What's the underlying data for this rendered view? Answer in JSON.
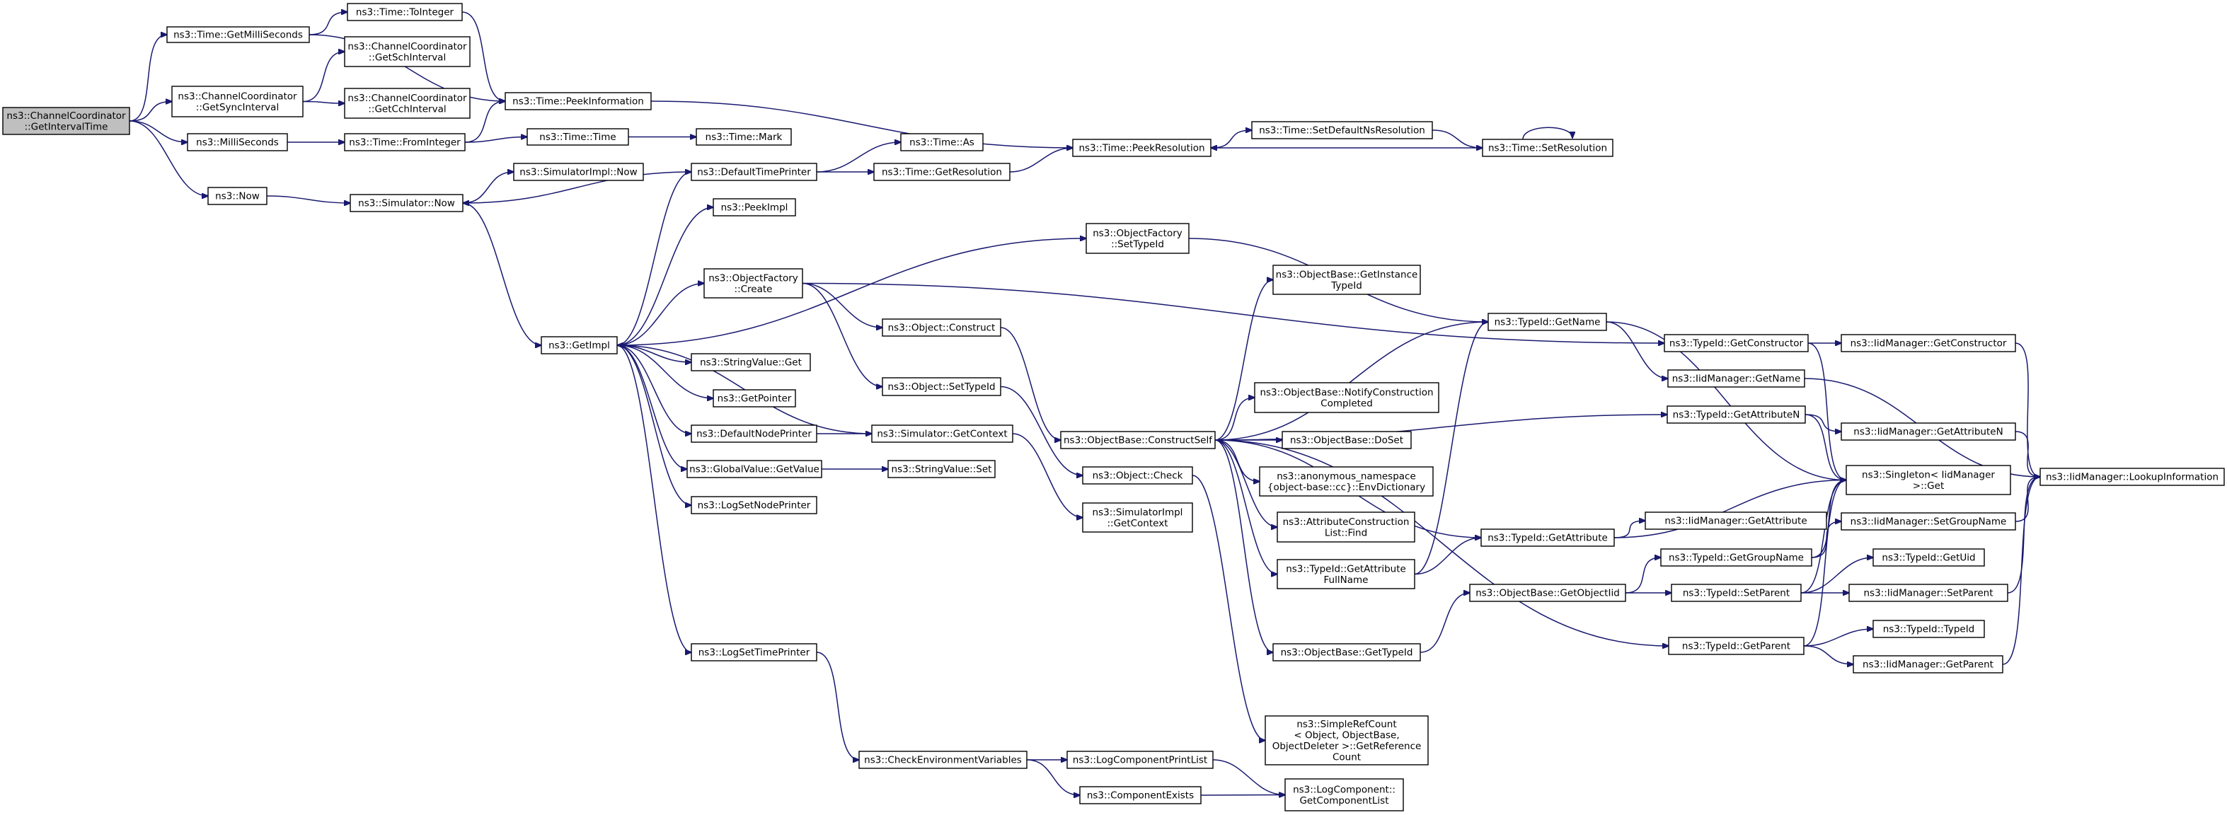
{
  "nodes": [
    {
      "id": "root",
      "lines": [
        "ns3::ChannelCoordinator",
        "::GetIntervalTime"
      ]
    },
    {
      "id": "GetMilliSeconds",
      "lines": [
        "ns3::Time::GetMilliSeconds"
      ]
    },
    {
      "id": "GetSyncInterval",
      "lines": [
        "ns3::ChannelCoordinator",
        "::GetSyncInterval"
      ]
    },
    {
      "id": "MilliSeconds",
      "lines": [
        "ns3::MilliSeconds"
      ]
    },
    {
      "id": "Now",
      "lines": [
        "ns3::Now"
      ]
    },
    {
      "id": "ToInteger",
      "lines": [
        "ns3::Time::ToInteger"
      ]
    },
    {
      "id": "GetSchInterval",
      "lines": [
        "ns3::ChannelCoordinator",
        "::GetSchInterval"
      ]
    },
    {
      "id": "GetCchInterval",
      "lines": [
        "ns3::ChannelCoordinator",
        "::GetCchInterval"
      ]
    },
    {
      "id": "PeekInformation",
      "lines": [
        "ns3::Time::PeekInformation"
      ]
    },
    {
      "id": "FromInteger",
      "lines": [
        "ns3::Time::FromInteger"
      ]
    },
    {
      "id": "TimeTime",
      "lines": [
        "ns3::Time::Time"
      ]
    },
    {
      "id": "Mark",
      "lines": [
        "ns3::Time::Mark"
      ]
    },
    {
      "id": "SimulatorNow",
      "lines": [
        "ns3::Simulator::Now"
      ]
    },
    {
      "id": "SimulatorImplNow",
      "lines": [
        "ns3::SimulatorImpl::Now"
      ]
    },
    {
      "id": "DefaultTimePrinter",
      "lines": [
        "ns3::DefaultTimePrinter"
      ]
    },
    {
      "id": "TimeAs",
      "lines": [
        "ns3::Time::As"
      ]
    },
    {
      "id": "GetResolution",
      "lines": [
        "ns3::Time::GetResolution"
      ]
    },
    {
      "id": "PeekResolution",
      "lines": [
        "ns3::Time::PeekResolution"
      ]
    },
    {
      "id": "SetDefaultNsResolution",
      "lines": [
        "ns3::Time::SetDefaultNsResolution"
      ]
    },
    {
      "id": "SetResolution",
      "lines": [
        "ns3::Time::SetResolution"
      ]
    },
    {
      "id": "PeekImpl",
      "lines": [
        "ns3::PeekImpl"
      ]
    },
    {
      "id": "GetImpl",
      "lines": [
        "ns3::GetImpl"
      ]
    },
    {
      "id": "OFSetTypeId",
      "lines": [
        "ns3::ObjectFactory",
        "::SetTypeId"
      ]
    },
    {
      "id": "OFCreate",
      "lines": [
        "ns3::ObjectFactory",
        "::Create"
      ]
    },
    {
      "id": "ObjectConstruct",
      "lines": [
        "ns3::Object::Construct"
      ]
    },
    {
      "id": "ObjectSetTypeId",
      "lines": [
        "ns3::Object::SetTypeId"
      ]
    },
    {
      "id": "StringValueGet",
      "lines": [
        "ns3::StringValue::Get"
      ]
    },
    {
      "id": "GetPointer",
      "lines": [
        "ns3::GetPointer"
      ]
    },
    {
      "id": "DefaultNodePrinter",
      "lines": [
        "ns3::DefaultNodePrinter"
      ]
    },
    {
      "id": "SimGetContext",
      "lines": [
        "ns3::Simulator::GetContext"
      ]
    },
    {
      "id": "GlobalValueGetValue",
      "lines": [
        "ns3::GlobalValue::GetValue"
      ]
    },
    {
      "id": "StringValueSet",
      "lines": [
        "ns3::StringValue::Set"
      ]
    },
    {
      "id": "LogSetNodePrinter",
      "lines": [
        "ns3::LogSetNodePrinter"
      ]
    },
    {
      "id": "ObjectCheck",
      "lines": [
        "ns3::Object::Check"
      ]
    },
    {
      "id": "SimImplGetContext",
      "lines": [
        "ns3::SimulatorImpl",
        "::GetContext"
      ]
    },
    {
      "id": "ConstructSelf",
      "lines": [
        "ns3::ObjectBase::ConstructSelf"
      ]
    },
    {
      "id": "GetInstanceTypeId",
      "lines": [
        "ns3::ObjectBase::GetInstance",
        "TypeId"
      ]
    },
    {
      "id": "TypeIdGetName",
      "lines": [
        "ns3::TypeId::GetName"
      ]
    },
    {
      "id": "NotifyConstructionCompleted",
      "lines": [
        "ns3::ObjectBase::NotifyConstruction",
        "Completed"
      ]
    },
    {
      "id": "DoSet",
      "lines": [
        "ns3::ObjectBase::DoSet"
      ]
    },
    {
      "id": "EnvDictionary",
      "lines": [
        "ns3::anonymous_namespace",
        "{object-base::cc}::EnvDictionary"
      ]
    },
    {
      "id": "AttrConstructionListFind",
      "lines": [
        "ns3::AttributeConstruction",
        "List::Find"
      ]
    },
    {
      "id": "GetAttributeFullName",
      "lines": [
        "ns3::TypeId::GetAttribute",
        "FullName"
      ]
    },
    {
      "id": "TypeIdGetAttribute",
      "lines": [
        "ns3::TypeId::GetAttribute"
      ]
    },
    {
      "id": "GetObjectIid",
      "lines": [
        "ns3::ObjectBase::GetObjectIid"
      ]
    },
    {
      "id": "ObjectBaseGetTypeId",
      "lines": [
        "ns3::ObjectBase::GetTypeId"
      ]
    },
    {
      "id": "SimpleRefCount",
      "lines": [
        "ns3::SimpleRefCount",
        "< Object, ObjectBase,",
        "ObjectDeleter >::GetReference",
        "Count"
      ]
    },
    {
      "id": "GetConstructor",
      "lines": [
        "ns3::TypeId::GetConstructor"
      ]
    },
    {
      "id": "IidGetName",
      "lines": [
        "ns3::IidManager::GetName"
      ]
    },
    {
      "id": "GetAttributeN",
      "lines": [
        "ns3::TypeId::GetAttributeN"
      ]
    },
    {
      "id": "IidGetAttribute",
      "lines": [
        "ns3::IidManager::GetAttribute"
      ]
    },
    {
      "id": "TypeIdGetGroupName",
      "lines": [
        "ns3::TypeId::GetGroupName"
      ]
    },
    {
      "id": "TypeIdSetParent",
      "lines": [
        "ns3::TypeId::SetParent"
      ]
    },
    {
      "id": "TypeIdGetParent",
      "lines": [
        "ns3::TypeId::GetParent"
      ]
    },
    {
      "id": "IidGetConstructor",
      "lines": [
        "ns3::IidManager::GetConstructor"
      ]
    },
    {
      "id": "IidGetAttributeN",
      "lines": [
        "ns3::IidManager::GetAttributeN"
      ]
    },
    {
      "id": "SingletonGet",
      "lines": [
        "ns3::Singleton< IidManager",
        ">::Get"
      ]
    },
    {
      "id": "IidSetGroupName",
      "lines": [
        "ns3::IidManager::SetGroupName"
      ]
    },
    {
      "id": "GetUid",
      "lines": [
        "ns3::TypeId::GetUid"
      ]
    },
    {
      "id": "IidSetParent",
      "lines": [
        "ns3::IidManager::SetParent"
      ]
    },
    {
      "id": "TypeIdTypeId",
      "lines": [
        "ns3::TypeId::TypeId"
      ]
    },
    {
      "id": "IidGetParent",
      "lines": [
        "ns3::IidManager::GetParent"
      ]
    },
    {
      "id": "LookupInformation",
      "lines": [
        "ns3::IidManager::LookupInformation"
      ]
    },
    {
      "id": "LogSetTimePrinter",
      "lines": [
        "ns3::LogSetTimePrinter"
      ]
    },
    {
      "id": "CheckEnvironmentVariables",
      "lines": [
        "ns3::CheckEnvironmentVariables"
      ]
    },
    {
      "id": "LogComponentPrintList",
      "lines": [
        "ns3::LogComponentPrintList"
      ]
    },
    {
      "id": "ComponentExists",
      "lines": [
        "ns3::ComponentExists"
      ]
    },
    {
      "id": "GetComponentList",
      "lines": [
        "ns3::LogComponent::",
        "GetComponentList"
      ]
    }
  ],
  "edges": [
    [
      "root",
      "GetMilliSeconds"
    ],
    [
      "root",
      "GetSyncInterval"
    ],
    [
      "root",
      "MilliSeconds"
    ],
    [
      "root",
      "Now"
    ],
    [
      "GetMilliSeconds",
      "ToInteger"
    ],
    [
      "GetMilliSeconds",
      "PeekInformation"
    ],
    [
      "GetSyncInterval",
      "GetSchInterval"
    ],
    [
      "GetSyncInterval",
      "GetCchInterval"
    ],
    [
      "MilliSeconds",
      "FromInteger"
    ],
    [
      "Now",
      "SimulatorNow"
    ],
    [
      "ToInteger",
      "PeekInformation"
    ],
    [
      "PeekInformation",
      "PeekResolution"
    ],
    [
      "FromInteger",
      "PeekInformation"
    ],
    [
      "FromInteger",
      "TimeTime"
    ],
    [
      "TimeTime",
      "Mark"
    ],
    [
      "SimulatorNow",
      "SimulatorImplNow"
    ],
    [
      "SimulatorNow",
      "GetImpl"
    ],
    [
      "DefaultTimePrinter",
      "SimulatorNow"
    ],
    [
      "DefaultTimePrinter",
      "TimeAs"
    ],
    [
      "DefaultTimePrinter",
      "GetResolution"
    ],
    [
      "GetResolution",
      "PeekResolution"
    ],
    [
      "PeekResolution",
      "SetDefaultNsResolution"
    ],
    [
      "SetDefaultNsResolution",
      "SetResolution"
    ],
    [
      "SetResolution",
      "PeekResolution"
    ],
    [
      "SetResolution",
      "SetResolution"
    ],
    [
      "GetImpl",
      "DefaultTimePrinter"
    ],
    [
      "GetImpl",
      "PeekImpl"
    ],
    [
      "GetImpl",
      "OFSetTypeId"
    ],
    [
      "GetImpl",
      "OFCreate"
    ],
    [
      "GetImpl",
      "StringValueGet"
    ],
    [
      "GetImpl",
      "GetPointer"
    ],
    [
      "GetImpl",
      "DefaultNodePrinter"
    ],
    [
      "GetImpl",
      "GlobalValueGetValue"
    ],
    [
      "GetImpl",
      "LogSetNodePrinter"
    ],
    [
      "GetImpl",
      "LogSetTimePrinter"
    ],
    [
      "OFSetTypeId",
      "TypeIdGetName"
    ],
    [
      "OFCreate",
      "ObjectConstruct"
    ],
    [
      "OFCreate",
      "ObjectSetTypeId"
    ],
    [
      "OFCreate",
      "GetConstructor"
    ],
    [
      "ObjectConstruct",
      "ConstructSelf"
    ],
    [
      "ObjectSetTypeId",
      "ObjectCheck"
    ],
    [
      "DefaultNodePrinter",
      "SimGetContext"
    ],
    [
      "SimGetContext",
      "GetImpl"
    ],
    [
      "SimGetContext",
      "SimImplGetContext"
    ],
    [
      "GlobalValueGetValue",
      "StringValueSet"
    ],
    [
      "ObjectCheck",
      "SimpleRefCount"
    ],
    [
      "ConstructSelf",
      "GetInstanceTypeId"
    ],
    [
      "ConstructSelf",
      "TypeIdGetName"
    ],
    [
      "ConstructSelf",
      "NotifyConstructionCompleted"
    ],
    [
      "ConstructSelf",
      "DoSet"
    ],
    [
      "ConstructSelf",
      "EnvDictionary"
    ],
    [
      "ConstructSelf",
      "AttrConstructionListFind"
    ],
    [
      "ConstructSelf",
      "GetAttributeFullName"
    ],
    [
      "ConstructSelf",
      "TypeIdGetAttribute"
    ],
    [
      "ConstructSelf",
      "ObjectBaseGetTypeId"
    ],
    [
      "ConstructSelf",
      "GetAttributeN"
    ],
    [
      "ConstructSelf",
      "TypeIdGetParent"
    ],
    [
      "GetAttributeFullName",
      "TypeIdGetName"
    ],
    [
      "GetAttributeFullName",
      "TypeIdGetAttribute"
    ],
    [
      "TypeIdGetAttribute",
      "IidGetAttribute"
    ],
    [
      "TypeIdGetAttribute",
      "SingletonGet"
    ],
    [
      "ObjectBaseGetTypeId",
      "GetObjectIid"
    ],
    [
      "GetObjectIid",
      "TypeIdGetGroupName"
    ],
    [
      "GetObjectIid",
      "TypeIdSetParent"
    ],
    [
      "TypeIdGetName",
      "IidGetName"
    ],
    [
      "TypeIdGetName",
      "SingletonGet"
    ],
    [
      "GetConstructor",
      "IidGetConstructor"
    ],
    [
      "GetConstructor",
      "SingletonGet"
    ],
    [
      "IidGetName",
      "LookupInformation"
    ],
    [
      "GetAttributeN",
      "IidGetAttributeN"
    ],
    [
      "GetAttributeN",
      "SingletonGet"
    ],
    [
      "IidGetConstructor",
      "LookupInformation"
    ],
    [
      "IidGetAttributeN",
      "LookupInformation"
    ],
    [
      "TypeIdGetGroupName",
      "IidSetGroupName"
    ],
    [
      "TypeIdGetGroupName",
      "SingletonGet"
    ],
    [
      "IidSetGroupName",
      "LookupInformation"
    ],
    [
      "TypeIdSetParent",
      "GetUid"
    ],
    [
      "TypeIdSetParent",
      "IidSetParent"
    ],
    [
      "TypeIdSetParent",
      "SingletonGet"
    ],
    [
      "IidSetParent",
      "LookupInformation"
    ],
    [
      "TypeIdGetParent",
      "TypeIdTypeId"
    ],
    [
      "TypeIdGetParent",
      "IidGetParent"
    ],
    [
      "TypeIdGetParent",
      "SingletonGet"
    ],
    [
      "IidGetParent",
      "LookupInformation"
    ],
    [
      "LogSetTimePrinter",
      "CheckEnvironmentVariables"
    ],
    [
      "CheckEnvironmentVariables",
      "LogComponentPrintList"
    ],
    [
      "CheckEnvironmentVariables",
      "ComponentExists"
    ],
    [
      "LogComponentPrintList",
      "GetComponentList"
    ],
    [
      "ComponentExists",
      "GetComponentList"
    ]
  ]
}
